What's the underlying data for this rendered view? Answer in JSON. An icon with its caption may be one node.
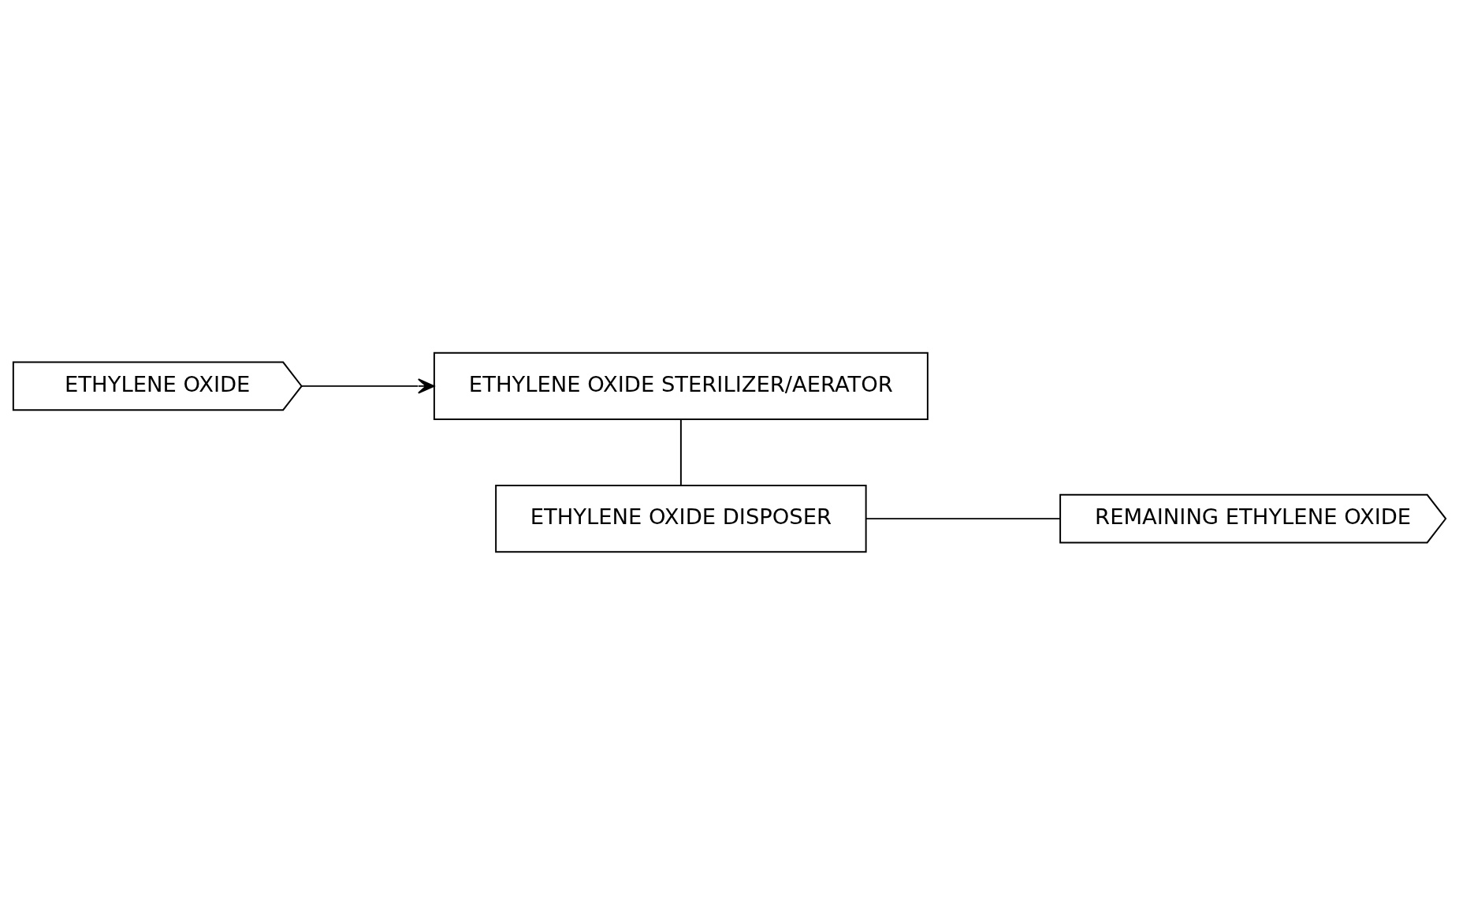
{
  "diagram": {
    "nodes": [
      {
        "text": [
          "ETHYLENE OXIDE"
        ]
      },
      {
        "text": [
          "ETHYLENE OXIDE STERILIZER/AERATOR"
        ]
      },
      {
        "text": [
          "ETHYLENE OXIDE DISPOSER"
        ]
      },
      {
        "text": [
          "REMAINING ETHYLENE OXIDE"
        ]
      }
    ],
    "edges": [
      {
        "from": 0,
        "to": 1,
        "arrow": "to"
      },
      {
        "from": 1,
        "to": 2,
        "arrow": "none"
      },
      {
        "from": 2,
        "to": 3,
        "arrow": "none"
      }
    ]
  }
}
